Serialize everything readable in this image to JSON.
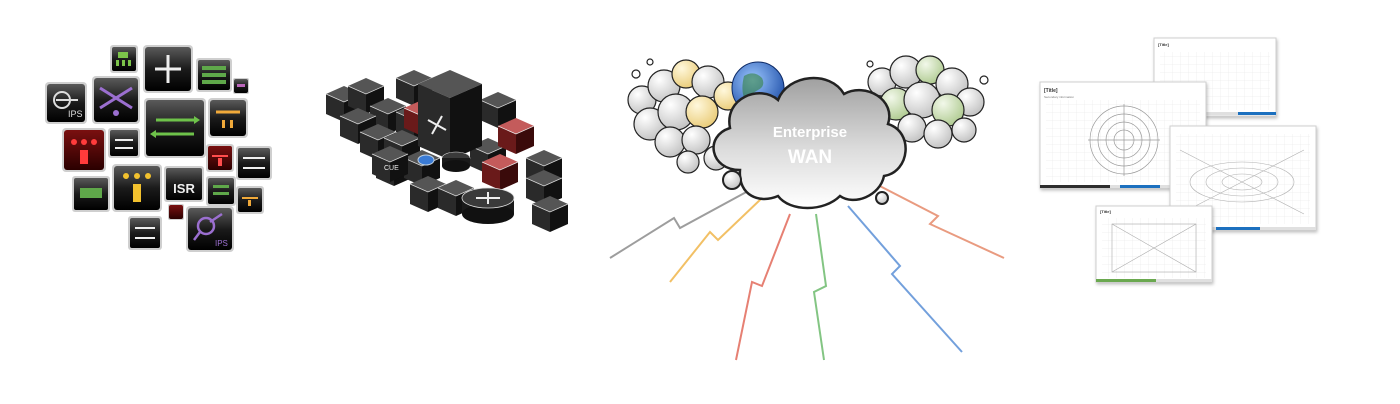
{
  "icon_tiles": {
    "ips_label": "IPS",
    "isr_label": "ISR",
    "ips_label_2": "IPS"
  },
  "iso_stack": {
    "cube_label": "CUE"
  },
  "wan_cloud": {
    "line1": "Enterprise",
    "line2": "WAN",
    "bubble_colors": {
      "gold": "#f2d98a",
      "green": "#b9d29c",
      "gray": "#d9d9d9"
    },
    "link_colors": [
      "#8c8c8c",
      "#f0b54a",
      "#e26a5a",
      "#6dbb6d",
      "#5b8fd6",
      "#e58a6a"
    ]
  },
  "templates": {
    "sheet_title": "[Title]",
    "sheet_sub": "Secondary information",
    "accent_colors": [
      "#1f6fbf",
      "#2e2e2e",
      "#6aa84f"
    ]
  }
}
